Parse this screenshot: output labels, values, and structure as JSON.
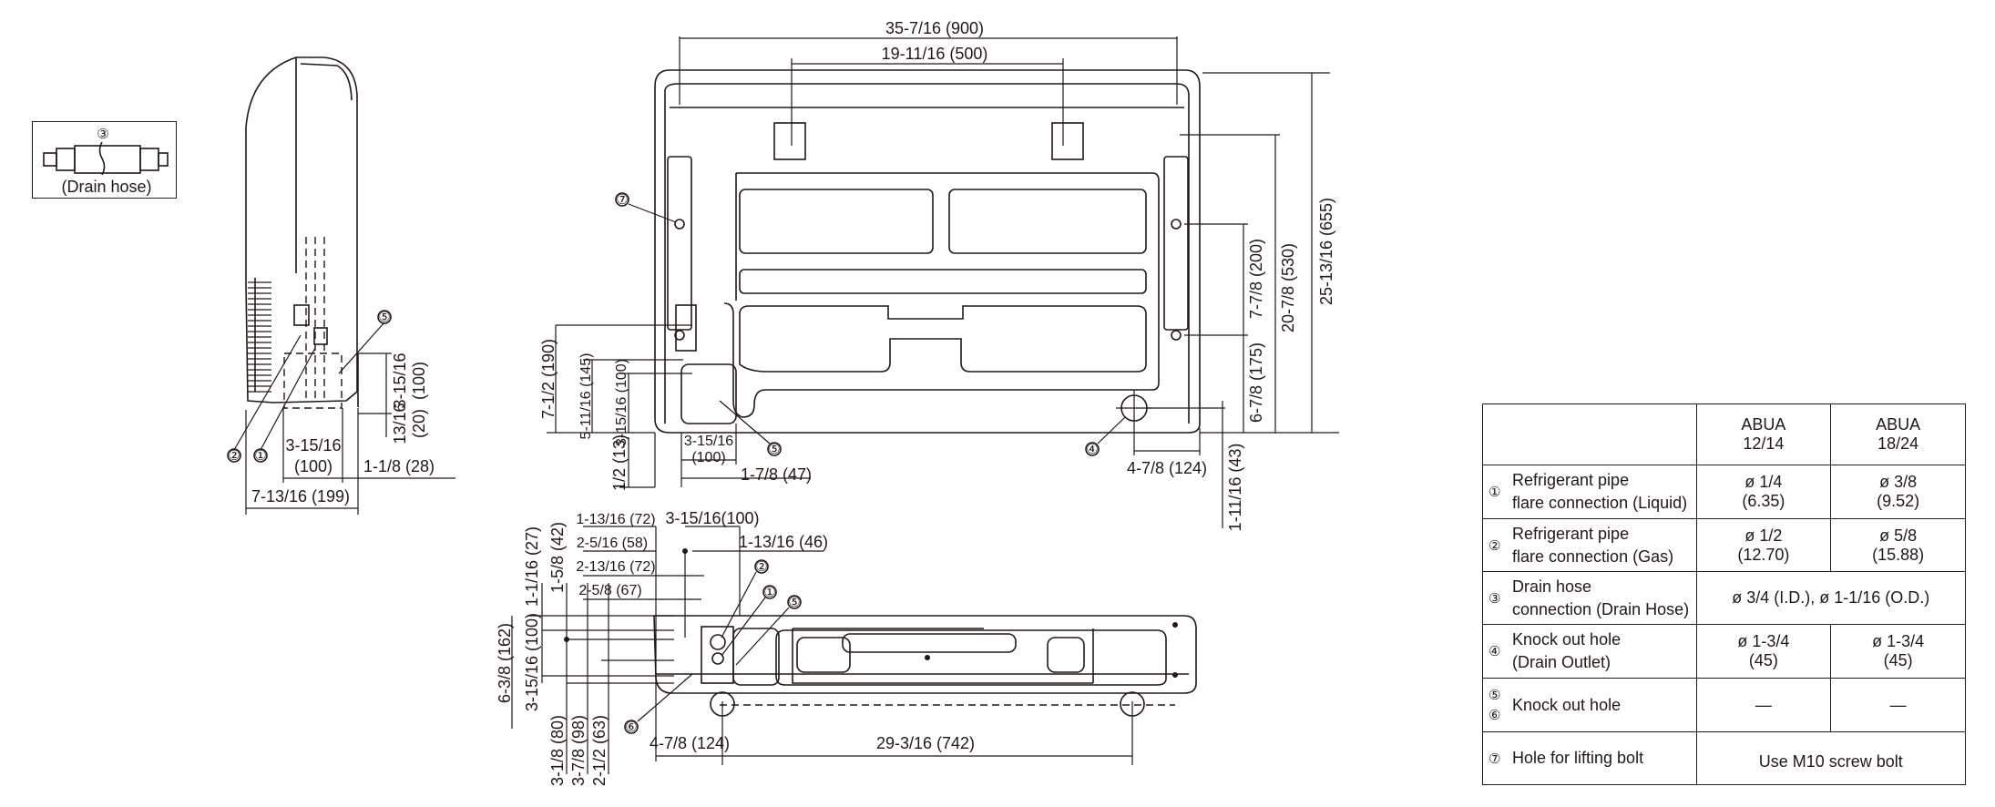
{
  "drain_hose_box": {
    "marker": "③",
    "label": "(Drain hose)"
  },
  "top_dims": {
    "overall_width": "35-7/16 (900)",
    "bolt_spacing": "19-11/16 (500)"
  },
  "side_view": {
    "height_upper_a": "3-15/16",
    "height_upper_b": "(100)",
    "height_lower_a": "13/16",
    "height_lower_b": "(20)",
    "box_width_a": "3-15/16",
    "box_width_b": "(100)",
    "offset": "1-1/8 (28)",
    "depth": "7-13/16 (199)",
    "markers": [
      "②",
      "①",
      "⑤"
    ]
  },
  "front_view": {
    "left_dims": [
      "7-1/2 (190)",
      "5-11/16 (145)",
      "3-15/16 (100)",
      "1/2 (13)"
    ],
    "box_width_a": "3-15/16",
    "box_width_b": "(100)",
    "box_offset": "1-7/8 (47)",
    "right_dims": [
      "7-7/8 (200)",
      "20-7/8 (530)",
      "25-13/16 (655)",
      "6-7/8 (175)",
      "1-11/16 (43)"
    ],
    "drain_offset": "4-7/8 (124)",
    "markers": {
      "lift": "⑦",
      "knock": "⑤",
      "drain": "④"
    }
  },
  "bottom_view": {
    "h_dims": [
      "1-13/16 (72)",
      "3-15/16(100)",
      "2-5/16 (58)",
      "1-13/16 (46)",
      "2-13/16 (72)",
      "2-5/8 (67)"
    ],
    "v_dims_top": [
      "1-1/16 (27)",
      "1-5/8 (42)"
    ],
    "v_dims_left": [
      "6-3/8 (162)",
      "3-15/16 (100)"
    ],
    "v_dims_bottom": [
      "3-1/8 (80)",
      "3-7/8 (98)",
      "2-1/2 (63)"
    ],
    "drain_offset": "4-7/8 (124)",
    "drain_spacing": "29-3/16 (742)",
    "markers": [
      "②",
      "①",
      "⑤",
      "⑥"
    ]
  },
  "spec_table": {
    "columns": [
      {
        "line1": "ABUA",
        "line2": "12/14"
      },
      {
        "line1": "ABUA",
        "line2": "18/24"
      }
    ],
    "rows": [
      {
        "num": "①",
        "line1": "Refrigerant pipe",
        "line2": "flare connection (Liquid)",
        "v1a": "ø 1/4",
        "v1b": "(6.35)",
        "v2a": "ø 3/8",
        "v2b": "(9.52)"
      },
      {
        "num": "②",
        "line1": "Refrigerant pipe",
        "line2": "flare connection (Gas)",
        "v1a": "ø 1/2",
        "v1b": "(12.70)",
        "v2a": "ø 5/8",
        "v2b": "(15.88)"
      },
      {
        "num": "③",
        "line1": "Drain hose",
        "line2": "connection (Drain Hose)",
        "merged": "ø 3/4 (I.D.), ø 1-1/16 (O.D.)"
      },
      {
        "num": "④",
        "line1": "Knock out hole",
        "line2": "(Drain Outlet)",
        "v1a": "ø 1-3/4",
        "v1b": "(45)",
        "v2a": "ø 1-3/4",
        "v2b": "(45)"
      },
      {
        "num_a": "⑤",
        "num_b": "⑥",
        "line1": "Knock out hole",
        "v1": "—",
        "v2": "—"
      },
      {
        "num": "⑦",
        "line1": "Hole for lifting bolt",
        "merged": "Use M10 screw bolt"
      }
    ]
  }
}
